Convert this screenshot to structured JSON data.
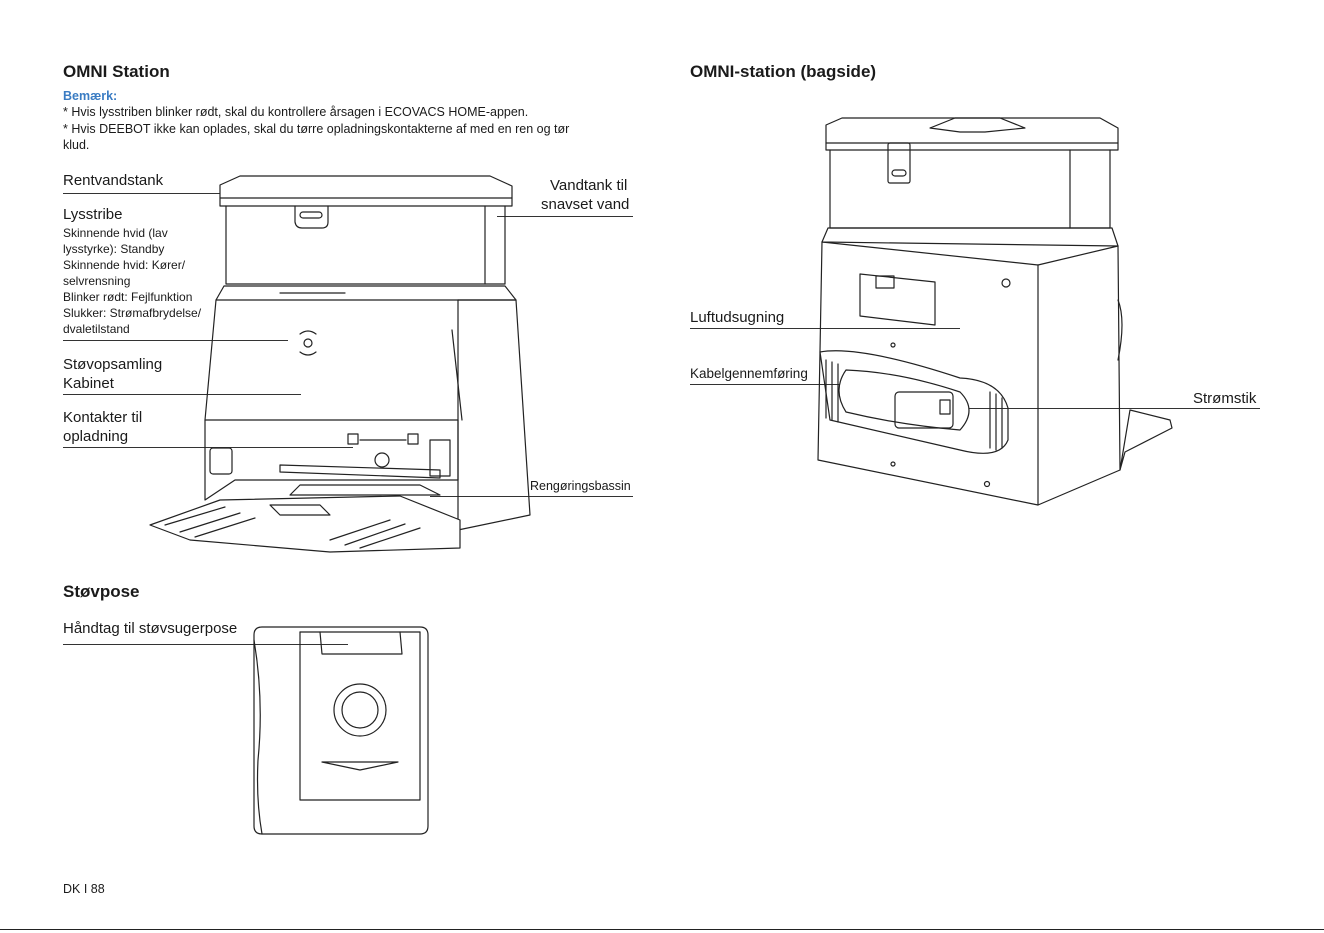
{
  "left": {
    "heading": "OMNI Station",
    "note_title": "Bemærk:",
    "notes": [
      "* Hvis lysstriben blinker rødt, skal du kontrollere årsagen i ECOVACS HOME-appen.",
      "* Hvis DEEBOT ikke kan oplades, skal du tørre opladningskontakterne af med en ren og tør",
      "klud."
    ],
    "labels": {
      "rentvandstank": "Rentvandstank",
      "lysstribe": "Lysstribe",
      "lysstribe_details": [
        "Skinnende hvid (lav",
        "lysstyrke): Standby",
        "Skinnende hvid: Kører/",
        "selvrensning",
        "Blinker rødt: Fejlfunktion",
        "Slukker: Strømafbrydelse/",
        "dvaletilstand"
      ],
      "stovopsamling_1": "Støvopsamling",
      "stovopsamling_2": "Kabinet",
      "kontakter_1": "Kontakter til",
      "kontakter_2": "opladning",
      "vandtank_1": "Vandtank til",
      "vandtank_2": "snavset vand",
      "rengoringsbassin": "Rengøringsbassin"
    },
    "dustbag": {
      "heading": "Støvpose",
      "label": "Håndtag til støvsugerpose"
    }
  },
  "right": {
    "heading": "OMNI-station (bagside)",
    "labels": {
      "luftudsugning": "Luftudsugning",
      "kabel": "Kabelgennemføring",
      "stromstik": "Strømstik"
    }
  },
  "footer": {
    "page": "DK I 88"
  },
  "colors": {
    "accent": "#3a7cc3",
    "ink": "#1a1a1a"
  }
}
